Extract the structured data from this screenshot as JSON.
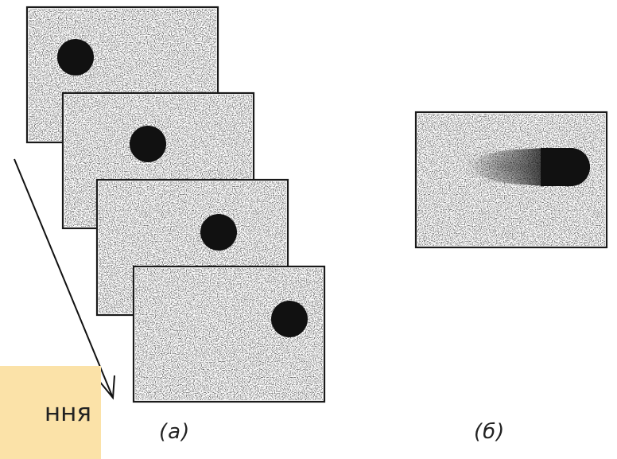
{
  "figure": {
    "panel_a": {
      "caption": "(a)",
      "frame_count": 4,
      "description_shape": "disc"
    },
    "panel_b": {
      "caption": "(б)",
      "description_shape": "motion-blurred disc"
    },
    "arrow": {
      "direction": "down-right"
    }
  },
  "overlay": {
    "label": "ння",
    "background_color": "#fbe2a8"
  },
  "colors": {
    "ink": "#111111",
    "frame_border": "#1a1a1a"
  }
}
